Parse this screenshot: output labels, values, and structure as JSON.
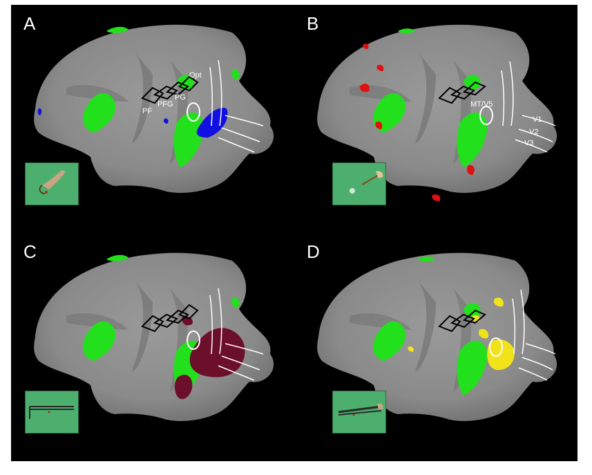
{
  "figure": {
    "background": "#000000",
    "brain_color": "#8f8f8f",
    "colors": {
      "common": "#22e01c",
      "grasping_hand": "#1010e0",
      "tool_stick": "#e01010",
      "pliers_normal": "#6b0f2a",
      "pliers_reverse": "#f2e21a",
      "roi_outline": "#ffffff",
      "ipl_outline": "#000000"
    },
    "panels": [
      {
        "letter": "A",
        "thumbnail_icon": "hand-grasping-icon",
        "labels": {
          "pf": "PF",
          "pfg": "PFG",
          "pg": "PG",
          "opt": "Opt"
        }
      },
      {
        "letter": "B",
        "thumbnail_icon": "stick-tool-icon",
        "labels": {
          "mt": "MT/V5",
          "v1": "V1",
          "v2": "V2",
          "v3": "V3"
        }
      },
      {
        "letter": "C",
        "thumbnail_icon": "pliers-normal-icon",
        "labels": {}
      },
      {
        "letter": "D",
        "thumbnail_icon": "pliers-reverse-icon",
        "labels": {}
      }
    ]
  }
}
